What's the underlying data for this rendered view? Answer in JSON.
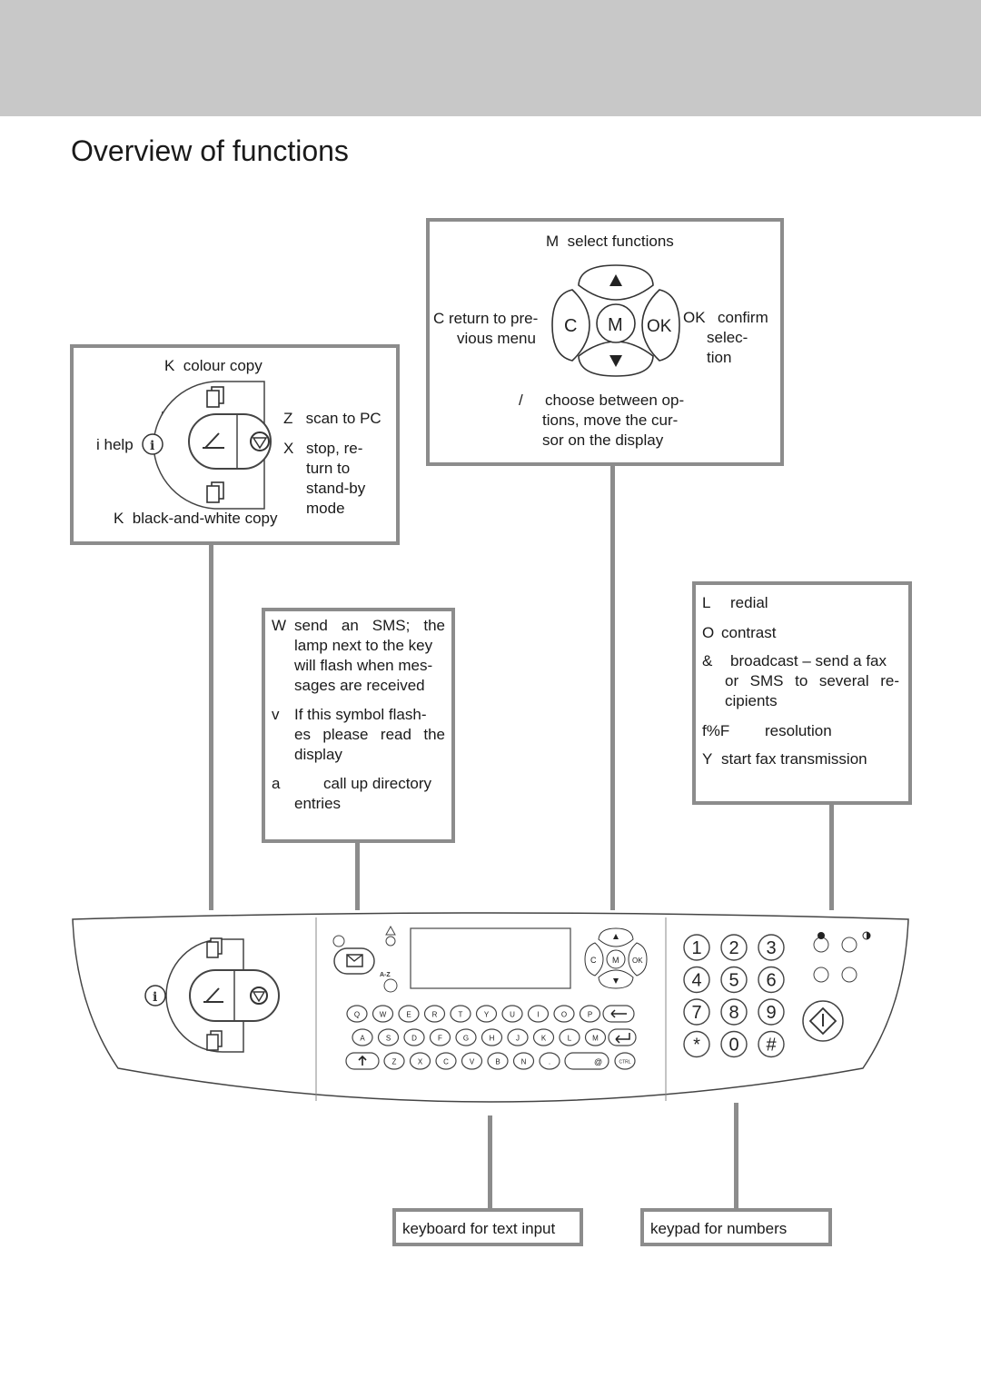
{
  "page": {
    "title": "Overview of functions"
  },
  "copy_box": {
    "colour_copy": {
      "key": "K",
      "desc": "colour copy"
    },
    "help": {
      "key": "i",
      "desc": "help"
    },
    "scan": {
      "key": "Z",
      "desc": "scan to PC"
    },
    "stop": {
      "key": "X",
      "desc_lines": [
        "stop, re-",
        "turn to",
        "stand-by",
        "mode"
      ]
    },
    "bw_copy": {
      "key": "K",
      "desc": "black-and-white copy"
    }
  },
  "nav_box": {
    "select": {
      "key": "M",
      "desc": "select functions"
    },
    "back": {
      "key": "C",
      "desc_lines": [
        "return to pre-",
        "vious menu"
      ]
    },
    "confirm": {
      "key": "OK",
      "desc_lines": [
        "confirm",
        "selec-",
        "tion"
      ]
    },
    "choose": {
      "key": "/",
      "desc_lines": [
        "choose between op-",
        "tions, move the cur-",
        "sor on the display"
      ]
    },
    "nav_keys": {
      "c": "C",
      "m": "M",
      "ok": "OK"
    }
  },
  "sms_box": {
    "items": [
      {
        "key": "W",
        "desc_lines": [
          "send an SMS; the",
          "lamp next to the key",
          "will flash when mes-",
          "sages are received"
        ]
      },
      {
        "key": "v",
        "desc_lines": [
          "If this symbol flash-",
          "es please read the",
          "display"
        ]
      },
      {
        "key": "a",
        "desc_lines": [
          "call up directory",
          "entries"
        ]
      }
    ]
  },
  "fax_box": {
    "items": [
      {
        "key": "L",
        "desc_lines": [
          "redial"
        ]
      },
      {
        "key": "O",
        "desc_lines": [
          "contrast"
        ]
      },
      {
        "key": "&",
        "desc_lines": [
          "broadcast – send a fax",
          "or SMS to several re-",
          "cipients"
        ]
      },
      {
        "key": "f%F",
        "desc_lines": [
          "resolution"
        ]
      },
      {
        "key": "Y",
        "desc_lines": [
          "start fax transmission"
        ]
      }
    ]
  },
  "panel": {
    "keyboard_rows": [
      [
        "Q",
        "W",
        "E",
        "R",
        "T",
        "Y",
        "U",
        "I",
        "O",
        "P"
      ],
      [
        "A",
        "S",
        "D",
        "F",
        "G",
        "H",
        "J",
        "K",
        "L",
        "M"
      ],
      [
        "Z",
        "X",
        "C",
        "V",
        "B",
        "N",
        "."
      ]
    ],
    "keypad": [
      "1",
      "2",
      "3",
      "4",
      "5",
      "6",
      "7",
      "8",
      "9",
      "*",
      "0",
      "#"
    ],
    "nav": {
      "c": "C",
      "m": "M",
      "ok": "OK"
    },
    "az_label": "A-Z",
    "ctrl_label": "CTRL",
    "space_label": "@"
  },
  "bottom": {
    "keyboard_label": "keyboard for text input",
    "keypad_label": "keypad for numbers"
  }
}
